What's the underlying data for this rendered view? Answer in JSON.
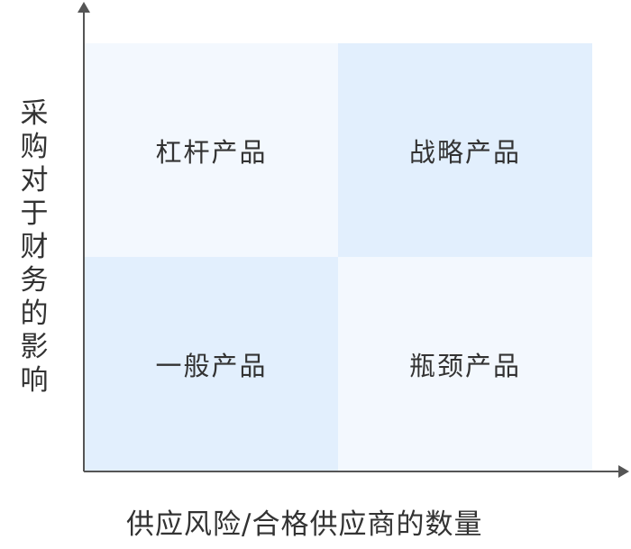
{
  "quadrants": {
    "top_left": {
      "label": "杠杆产品",
      "color": "#f3f8fe"
    },
    "top_right": {
      "label": "战略产品",
      "color": "#e2effd"
    },
    "bottom_left": {
      "label": "一般产品",
      "color": "#e2effd"
    },
    "bottom_right": {
      "label": "瓶颈产品",
      "color": "#f3f8fe"
    }
  },
  "axes": {
    "y_label": "采购对于财务的影响",
    "x_label": "供应风险/合格供应商的数量",
    "color": "#555555"
  }
}
